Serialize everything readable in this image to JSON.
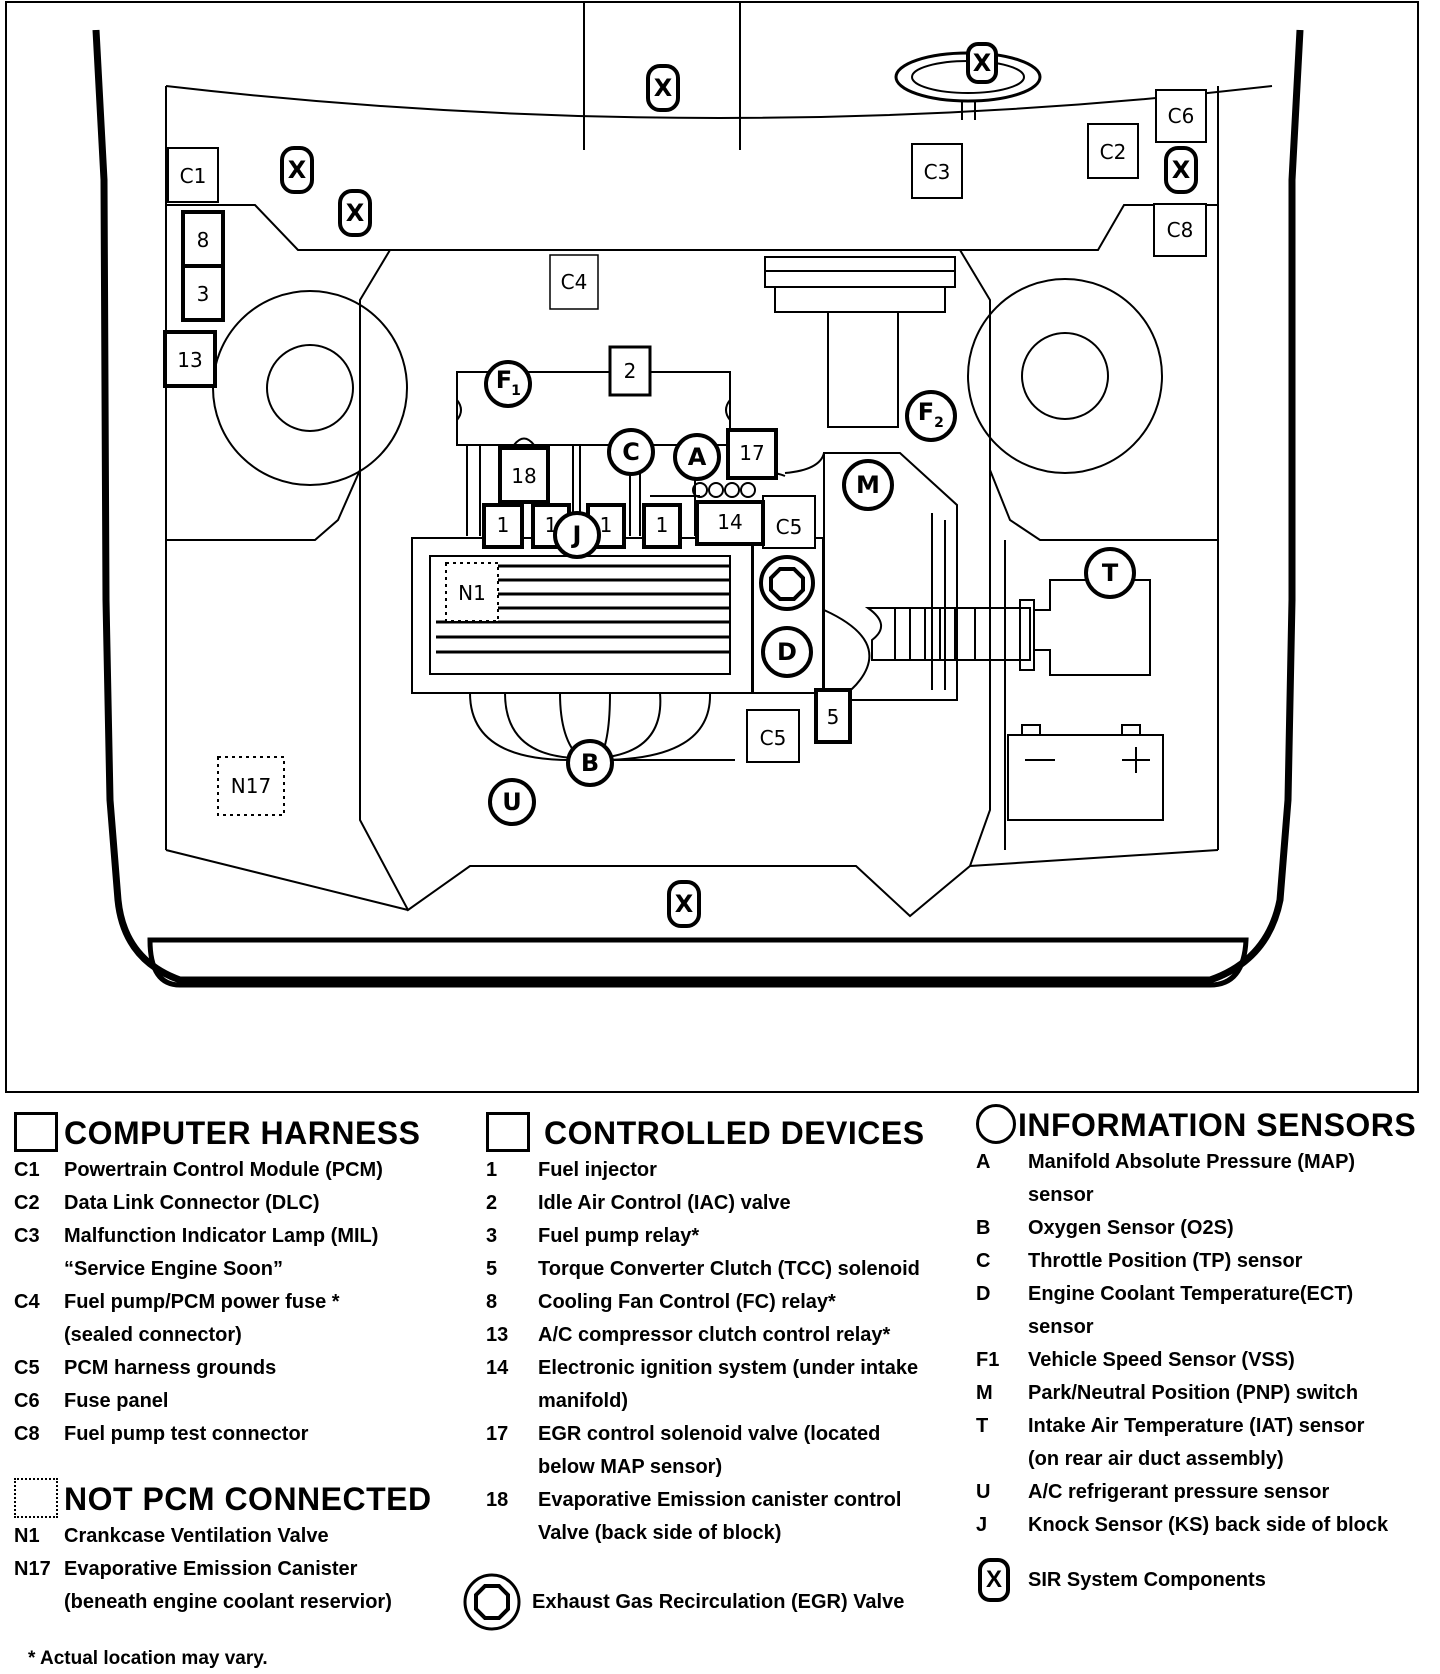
{
  "diagram_labels": {
    "c1": "C1",
    "c2": "C2",
    "c3": "C3",
    "c4": "C4",
    "c5a": "C5",
    "c5b": "C5",
    "c6": "C6",
    "c8": "C8",
    "r8": "8",
    "r3": "3",
    "r13": "13",
    "r2": "2",
    "r17": "17",
    "r18": "18",
    "r14": "14",
    "r5": "5",
    "r1a": "1",
    "r1b": "1",
    "r1c": "1",
    "r1d": "1",
    "f1": "F",
    "f1sub": "1",
    "f2": "F",
    "f2sub": "2",
    "sc": "C",
    "sa": "A",
    "sm": "M",
    "st": "T",
    "sd": "D",
    "sb": "B",
    "su": "U",
    "sj": "J",
    "x": "X",
    "n1": "N1",
    "n17": "N17"
  },
  "legend": {
    "computer_harness": {
      "title": "COMPUTER HARNESS",
      "items": [
        {
          "code": "C1",
          "text": "Powertrain Control Module (PCM)"
        },
        {
          "code": "C2",
          "text": "Data Link Connector (DLC)"
        },
        {
          "code": "C3",
          "text": "Malfunction Indicator Lamp (MIL)"
        },
        {
          "code": "",
          "text": "“Service Engine Soon”"
        },
        {
          "code": "C4",
          "text": "Fuel pump/PCM power fuse *"
        },
        {
          "code": "",
          "text": "(sealed connector)"
        },
        {
          "code": "C5",
          "text": "PCM harness grounds"
        },
        {
          "code": "C6",
          "text": "Fuse panel"
        },
        {
          "code": "C8",
          "text": "Fuel pump test connector"
        }
      ]
    },
    "not_pcm": {
      "title": "NOT PCM CONNECTED",
      "items": [
        {
          "code": "N1",
          "text": "Crankcase Ventilation Valve"
        },
        {
          "code": "N17",
          "text": "Evaporative Emission Canister"
        },
        {
          "code": "",
          "text": "(beneath engine coolant reservior)"
        }
      ]
    },
    "controlled_devices": {
      "title": "CONTROLLED DEVICES",
      "items": [
        {
          "code": "1",
          "text": "Fuel injector"
        },
        {
          "code": "2",
          "text": "Idle Air Control (IAC) valve"
        },
        {
          "code": "3",
          "text": "Fuel pump relay*"
        },
        {
          "code": "5",
          "text": "Torque Converter Clutch (TCC) solenoid"
        },
        {
          "code": "8",
          "text": "Cooling Fan Control (FC) relay*"
        },
        {
          "code": "13",
          "text": "A/C compressor clutch control relay*"
        },
        {
          "code": "14",
          "text": "Electronic ignition system (under intake"
        },
        {
          "code": "",
          "text": "manifold)"
        },
        {
          "code": "17",
          "text": "EGR control solenoid valve (located"
        },
        {
          "code": "",
          "text": "below MAP sensor)"
        },
        {
          "code": "18",
          "text": "Evaporative Emission canister control"
        },
        {
          "code": "",
          "text": "Valve (back side of block)"
        }
      ]
    },
    "egr": {
      "text": "Exhaust Gas Recirculation (EGR) Valve"
    },
    "information_sensors": {
      "title": "INFORMATION SENSORS",
      "items": [
        {
          "code": "A",
          "text": "Manifold  Absolute Pressure  (MAP)"
        },
        {
          "code": "",
          "text": "sensor"
        },
        {
          "code": "B",
          "text": "Oxygen Sensor (O2S)"
        },
        {
          "code": "C",
          "text": "Throttle Position (TP) sensor"
        },
        {
          "code": "D",
          "text": "Engine Coolant Temperature(ECT)"
        },
        {
          "code": "",
          "text": "sensor"
        },
        {
          "code": "F1",
          "text": "Vehicle Speed Sensor (VSS)"
        },
        {
          "code": "M",
          "text": "Park/Neutral Position (PNP) switch"
        },
        {
          "code": "T",
          "text": "Intake  Air Temperature (IAT) sensor"
        },
        {
          "code": "",
          "text": "(on rear air duct assembly)"
        },
        {
          "code": "U",
          "text": "A/C refrigerant pressure sensor"
        },
        {
          "code": "J",
          "text": "Knock Sensor (KS) back side of block"
        }
      ]
    },
    "sir": {
      "symbol": "X",
      "text": "SIR System Components"
    }
  },
  "footnote": "* Actual location may vary."
}
